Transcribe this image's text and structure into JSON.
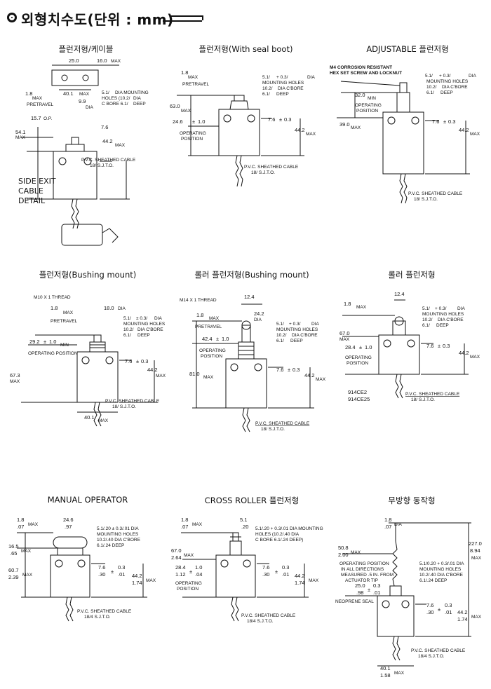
{
  "page": {
    "title": "외형치수도(단위 : mm)"
  },
  "panels": [
    {
      "id": "p1",
      "title": "플런저형/케이블",
      "labels": {
        "top_width": "25.0",
        "top_right": "16.0",
        "top_right_max": "MAX",
        "hole_spacing": "40.1",
        "hole_spacing_max": "MAX",
        "dia_9": "9.9",
        "dia_9_label": "DIA",
        "max_1_8": "1.8",
        "max_1_8_label": "MAX",
        "pretravel": "PRETRAVEL",
        "op_15": "15.7",
        "op_label": "O.P.",
        "height_54": "54.1",
        "height_54_max": "MAX",
        "dim_7_6": "7.6",
        "dim_44_2": "44.2",
        "dim_44_2_max": "MAX",
        "holes_1": "5.1/",
        "holes_2": "DIA MOUNTING",
        "holes_3": "HOLES (10.2/",
        "holes_4": "DIA",
        "holes_5": "C BORE 6.1/",
        "holes_6": "DEEP",
        "cable_1": "P.V.C. SHEATHED CABLE",
        "cable_2": "18/  S.J.T.O."
      },
      "side_exit": [
        "SIDE EXIT",
        "CABLE",
        "DETAIL"
      ]
    },
    {
      "id": "p2",
      "title": "플런저형(With seal boot)",
      "labels": {
        "max_1_8": "1.8",
        "max_1_8_label": "MAX",
        "pretravel": "PRETRAVEL",
        "h63": "63.0",
        "h63_max": "MAX",
        "d24": "24.6",
        "d24_pm": "±",
        "d24_tol": "1.0",
        "op1": "OPERATING",
        "op2": "POSITION",
        "d7": "7.6",
        "d7_pm": "±",
        "d7_tol": "0.3",
        "d44": "44.2",
        "d44_max": "MAX",
        "h1": "5.1/",
        "h1b": "+ 0.3/",
        "h1c": "DIA",
        "h2": "MOUNTING HOLES",
        "h3": "10.2/",
        "h3b": "DIA C'BORE",
        "h4": "6.1/",
        "h4b": "DEEP",
        "cable_1": "P.V.C. SHEATHED CABLE",
        "cable_2": "18/  S.J.T.O."
      }
    },
    {
      "id": "p3",
      "title": "ADJUSTABLE 플런저형",
      "labels": {
        "m4_1": "M4 CORROSION RESISTANT",
        "m4_2": "HEX SET SCREW AND LOCKNUT",
        "d32": "32.0",
        "d32_min": "MIN",
        "op1": "OPERATING",
        "op2": "POSITION",
        "d39": "39.0",
        "d39_max": "MAX",
        "d7": "7.6",
        "d7_pm": "±",
        "d7_tol": "0.3",
        "d44": "44.2",
        "d44_max": "MAX",
        "h1": "5.1/",
        "h1b": "+ 0.3/",
        "h1c": "DIA",
        "h2": "MOUNTING HOLES",
        "h3": "10.2/",
        "h3b": "DIA C'BORE",
        "h4": "6.1/",
        "h4b": "DEEP",
        "cable_1": "P.V.C. SHEATHED CABLE",
        "cable_2": "18/  S.J.T.O."
      }
    },
    {
      "id": "p4",
      "title": "플런저형(Bushing mount)",
      "labels": {
        "m10": "M10 X 1 THREAD",
        "max_1_8": "1.8",
        "max_1_8_label": "MAX",
        "pretravel": "PRETRAVEL",
        "d18": "18.0",
        "d18_dia": "DIA",
        "d29": "29.2",
        "d29_pm": "±",
        "d29_tol": "1.0",
        "d29_min": "MIN",
        "op1": "OPERATING POSITION",
        "h67": "67.3",
        "h67_max": "MAX",
        "d7": "7.6",
        "d7_pm": "±",
        "d7_tol": "0.3",
        "d44": "44.2",
        "d44_max": "MAX",
        "h1": "5.1/",
        "h1b": "± 0.3/",
        "h1c": "DIA",
        "h2": "MOUNTING HOLES",
        "h3": "10.2/",
        "h3b": "DIA C'BORE",
        "h4": "6.1/",
        "h4b": "DEEP",
        "w40": "40.1",
        "w40_max": "MAX",
        "cable_1": "P.V.C. SHEATHED CABLE",
        "cable_2": "18/  S.J.T.O."
      }
    },
    {
      "id": "p5",
      "title": "롤러 플런저형(Bushing mount)",
      "labels": {
        "m14": "M14 X 1 THREAD",
        "d12": "12.4",
        "max_1_8": "1.8",
        "max_1_8_label": "MAX",
        "pretravel": "PRETRAVEL",
        "d24": "24.2",
        "d24_dia": "DIA",
        "d42": "42.4",
        "d42_pm": "±",
        "d42_tol": "1.0",
        "op1": "OPERATING",
        "op2": "POSITION",
        "h81": "81.0",
        "h81_max": "MAX",
        "d7": "7.6",
        "d7_pm": "±",
        "d7_tol": "0.3",
        "d44": "44.2",
        "d44_max": "MAX",
        "h1": "5.1/",
        "h1b": "+ 0.3/",
        "h1c": "DIA",
        "h2": "MOUNTING HOLES",
        "h3": "10.2/",
        "h3b": "DIA C'BORE",
        "h4": "6.1/",
        "h4b": "DEEP",
        "cable_1": "P.V.C. SHEATHED CABLE",
        "cable_2": "18/  S.J.T.O."
      }
    },
    {
      "id": "p6",
      "title": "롤러 플런저형",
      "labels": {
        "d12": "12.4",
        "max_1_8": "1.8",
        "max_1_8_label": "MAX",
        "h67": "67.0",
        "h67_max": "MAX",
        "d28": "28.4",
        "d28_pm": "±",
        "d28_tol": "1.0",
        "op1": "OPERATING",
        "op2": "POSITION",
        "d7": "7.6",
        "d7_pm": "±",
        "d7_tol": "0.3",
        "d44": "44.2",
        "d44_max": "MAX",
        "h1": "5.1/",
        "h1b": "+ 0.3/",
        "h1c": "DIA",
        "h2": "MOUNTING HOLES",
        "h3": "10.2/",
        "h3b": "DIA C'BORE",
        "h4": "6.1/",
        "h4b": "DEEP",
        "model1": "914CE2",
        "model2": "914CE25",
        "cable_1": "P.V.C. SHEATHED CABLE",
        "cable_2": "18/  S.J.T.O."
      }
    },
    {
      "id": "p7",
      "title": "MANUAL OPERATOR",
      "labels": {
        "m1": "1.8",
        "m1b": ".07",
        "m1c": "MAX",
        "d24": "24.6",
        "d24b": ".97",
        "d16": "16.5",
        "d16b": ".65",
        "d16c": "MAX",
        "h60": "60.7",
        "h60b": "2.39",
        "h60c": "MAX",
        "d7": "7.6",
        "d7b": ".30",
        "d7pm": "±",
        "d7t": "0.3",
        "d7tb": ".01",
        "d44": "44.2",
        "d44b": "1.74",
        "d44c": "MAX",
        "h1": "5.1/.20 ± 0.3/.01 DIA",
        "h2": "MOUNTING HOLES",
        "h3": "10.2/.40 DIA C'BORE",
        "h4": "6.1/.24 DEEP",
        "cable_1": "P.V.C. SHEATHED CABLE",
        "cable_2": "18/4 S.J.T.O."
      }
    },
    {
      "id": "p8",
      "title": "CROSS ROLLER 플런저형",
      "labels": {
        "m1": "1.8",
        "m1b": ".07",
        "m1c": "MAX",
        "d5": "5.1",
        "d5b": ".20",
        "h67": "67.0",
        "h67b": "2.64",
        "h67c": "MAX",
        "d28": "28.4",
        "d28b": "1.12",
        "d28pm": "±",
        "d28t": "1.0",
        "d28tb": ".04",
        "op1": "OPERATING",
        "op2": "POSITION",
        "d7": "7.6",
        "d7b": ".30",
        "d7pm": "±",
        "d7t": "0.3",
        "d7tb": ".01",
        "d44": "44.2",
        "d44b": "1.74",
        "d44c": "MAX",
        "h1": "5.1/.20 + 0.3/.01 DIA MOUNTING",
        "h2": "HOLES (10.2/.40 DIA",
        "h3": "C BORE 6.1/.24 DEEP)",
        "cable_1": "P.V.C. SHEATHED CABLE",
        "cable_2": "18/4 S.J.T.O."
      }
    },
    {
      "id": "p9",
      "title": "무방향 동작형",
      "labels": {
        "m1": "1.8",
        "m1b": ".07",
        "m1c": "DIA",
        "d227": "227.0",
        "d227b": "8.94",
        "d227c": "MAX",
        "d50": "50.8",
        "d50b": "2.00",
        "d50c": "MAX",
        "op1": "OPERATING POSITION",
        "op2": "IN ALL DIRECTIONS",
        "op3": "MEASURED .5 IN. FROM",
        "op4": "ACTUATOR TIP",
        "d25": "25.0",
        "d25b": ".98",
        "d25pm": "±",
        "d25t": "0.3",
        "d25tb": ".01",
        "h1": "5.1/0.20 + 0.3/.01 DIA",
        "h2": "MOUNTING HOLES",
        "h3": "10.2/.40 DIA C'BORE",
        "h4": "6.1/.24 DEEP",
        "neoprene": "NEOPRENE SEAL",
        "d7": "7.6",
        "d7b": ".30",
        "d7pm": "±",
        "d7t": "0.3",
        "d7tb": ".01",
        "d44": "44.2",
        "d44b": "1.74",
        "d44c": "MAX",
        "w40": "40.1",
        "w40b": "1.58",
        "w40c": "MAX",
        "cable_1": "P.V.C. SHEATHED CABLE",
        "cable_2": "18/4 S.J.T.O."
      }
    }
  ]
}
